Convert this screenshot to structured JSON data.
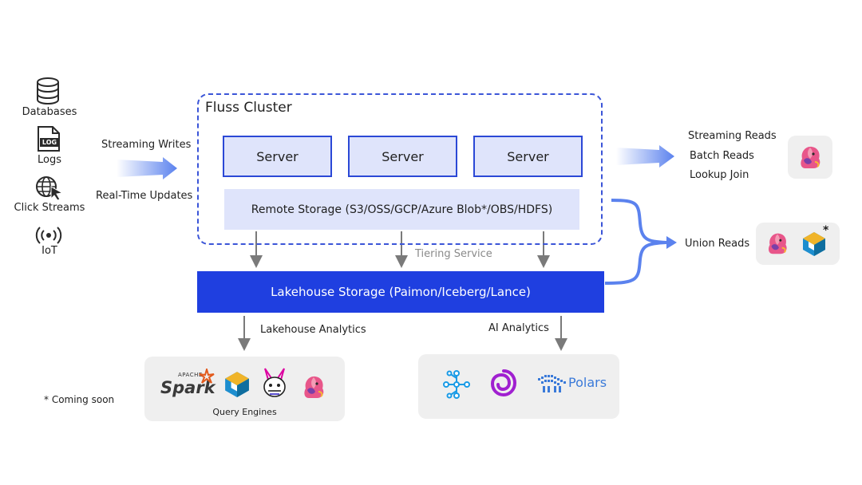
{
  "sources": {
    "databases": "Databases",
    "logs": "Logs",
    "logs_badge": "LOG",
    "click_streams": "Click Streams",
    "iot": "IoT"
  },
  "ingest": {
    "streaming_writes": "Streaming Writes",
    "realtime_updates": "Real-Time Updates"
  },
  "cluster": {
    "title": "Fluss Cluster",
    "servers": [
      "Server",
      "Server",
      "Server"
    ],
    "remote_storage": "Remote Storage (S3/OSS/GCP/Azure Blob*/OBS/HDFS)"
  },
  "tiering_service": "Tiering Service",
  "lakehouse_storage": "Lakehouse Storage  (Paimon/Iceberg/Lance)",
  "reads": {
    "streaming": "Streaming Reads",
    "batch": "Batch Reads",
    "lookup": "Lookup Join",
    "union": "Union Reads",
    "union_asterisk": "*"
  },
  "analytics": {
    "lakehouse": "Lakehouse Analytics",
    "ai": "AI Analytics"
  },
  "query_engines": {
    "label": "Query Engines",
    "spark_top": "APACHE",
    "spark": "Spark"
  },
  "ai_tools": {
    "polars": "Polars"
  },
  "footnote": "* Coming soon",
  "colors": {
    "primary": "#1f3fe0",
    "light_blue": "#dfe4fb",
    "arrow_blue": "#5b82ee",
    "gray": "#7a7a7a"
  }
}
